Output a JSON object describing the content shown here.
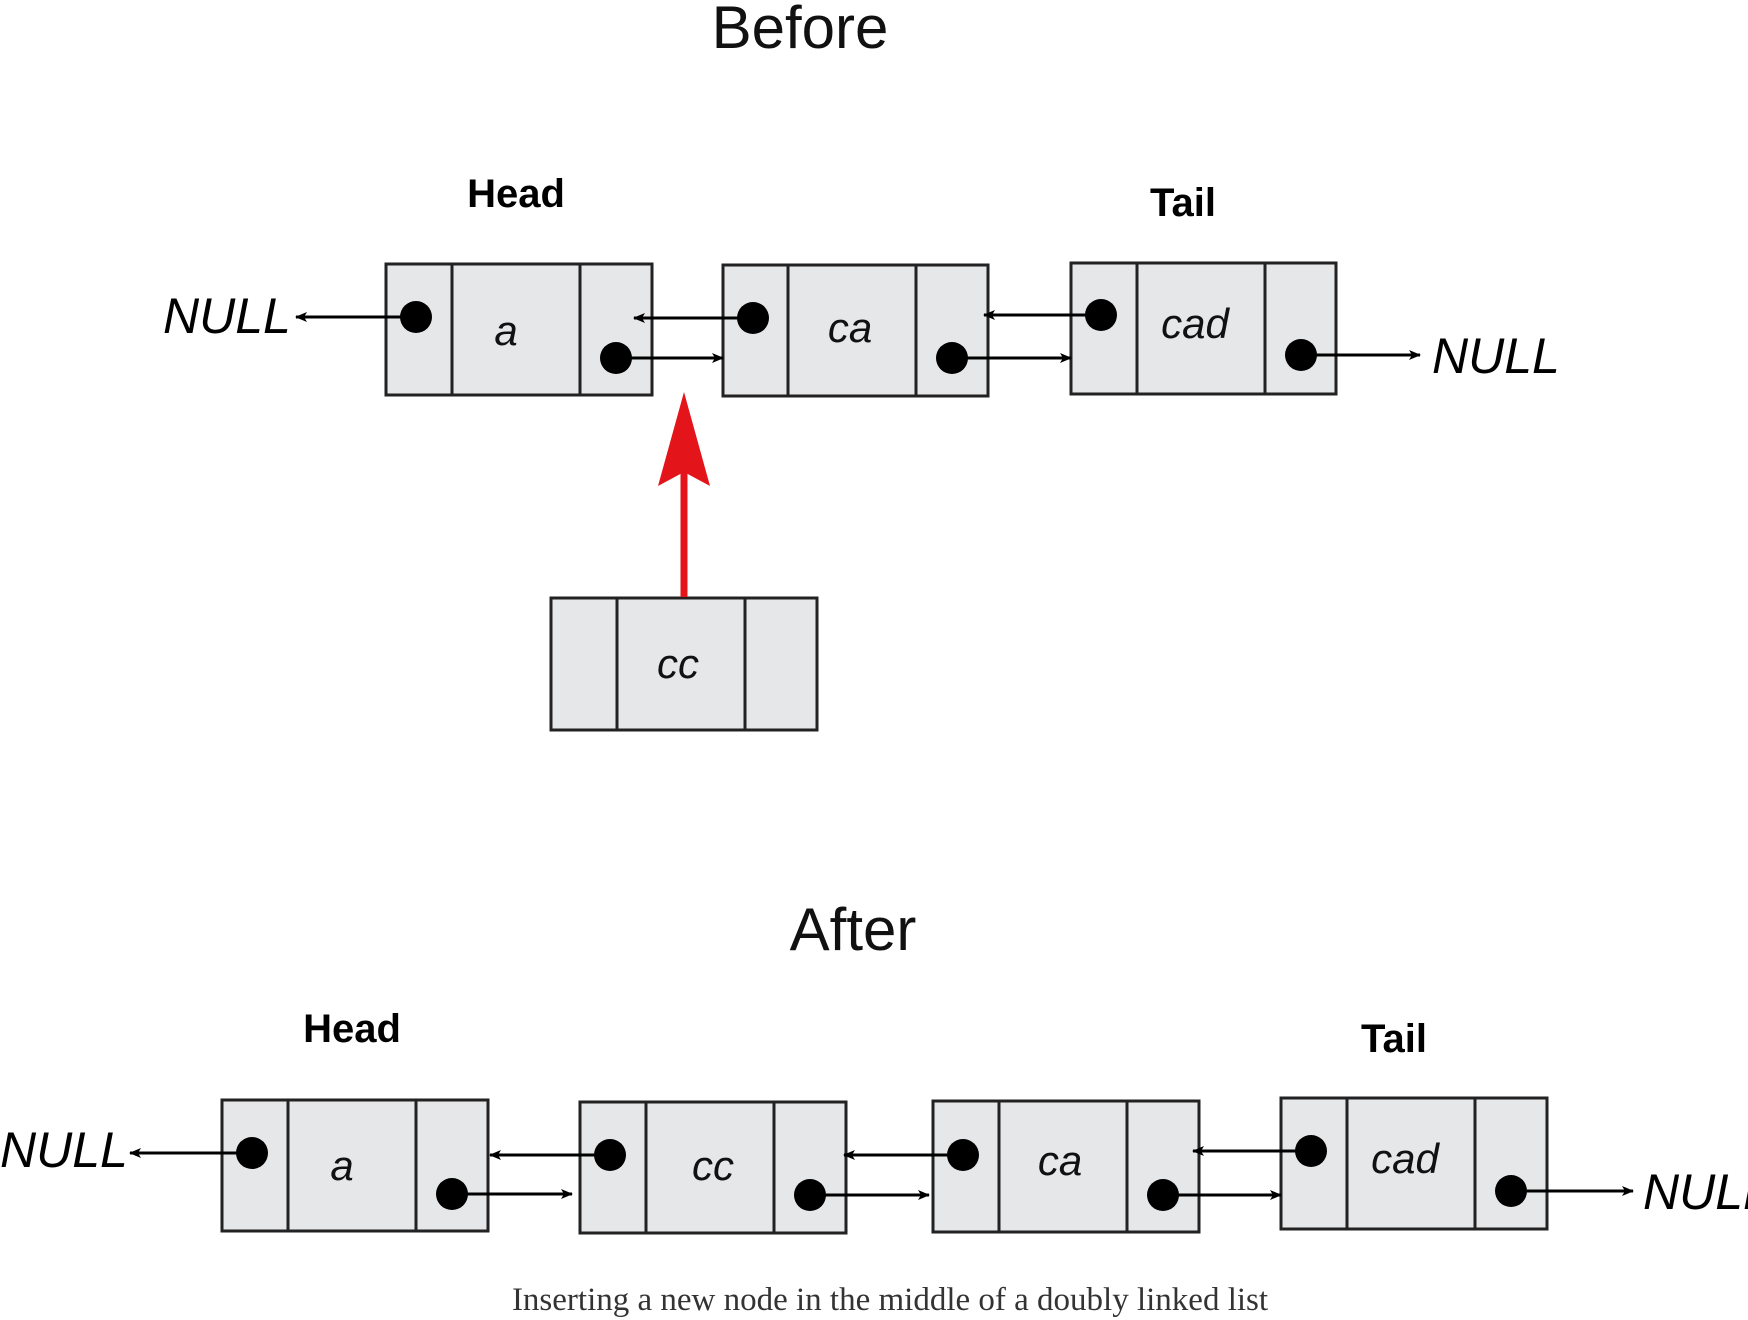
{
  "before": {
    "title": "Before",
    "head_label": "Head",
    "tail_label": "Tail",
    "null_left": "NULL",
    "null_right": "NULL",
    "nodes": [
      "a",
      "ca",
      "cad"
    ],
    "new_node": "cc",
    "insert_arrow_color": "#e3151b"
  },
  "after": {
    "title": "After",
    "head_label": "Head",
    "tail_label": "Tail",
    "null_left": "NULL",
    "null_right": "NULL",
    "nodes": [
      "a",
      "cc",
      "ca",
      "cad"
    ]
  },
  "caption": "Inserting a new node in the middle of a doubly linked list"
}
